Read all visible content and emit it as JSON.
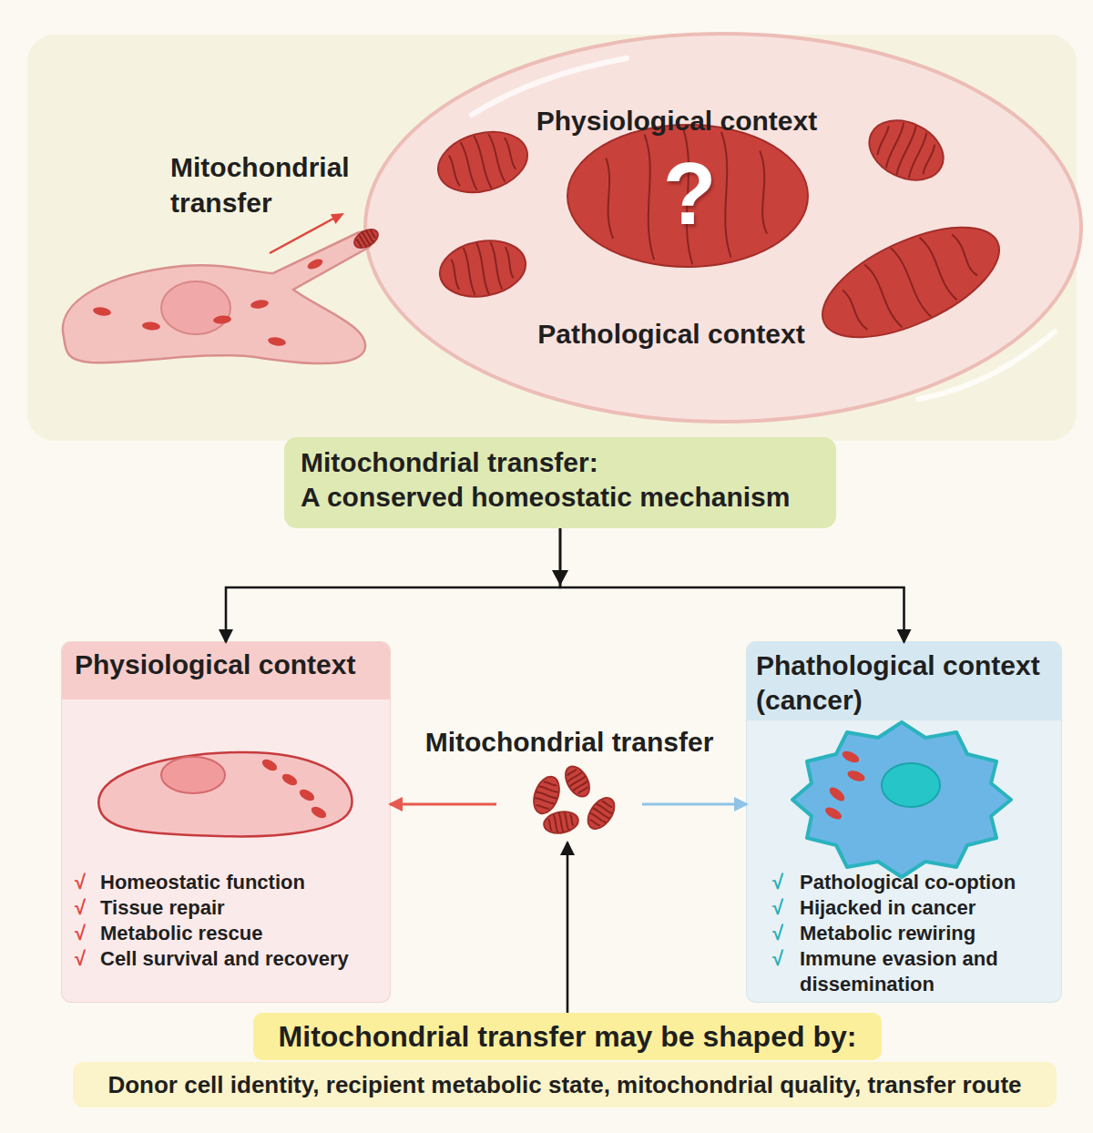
{
  "diagram": {
    "nodes": [
      {
        "text": [
          "Mitochondrial transfer"
        ]
      },
      {
        "text": [
          "Physiological context",
          "Pathological context"
        ],
        "in": 0
      },
      {
        "text": [
          "Mitochondrial transfer:",
          "A conserved homeostatic mechanism"
        ]
      },
      {
        "text": [
          "Homeostatic function",
          "Tissue repair",
          "Metabolic rescue",
          "Cell survival and recovery"
        ]
      },
      {
        "text": [
          "Physiological context"
        ],
        "in": 3
      },
      {
        "text": [
          "Mitochondrial transfer"
        ]
      },
      {
        "text": [
          "Pathological co-option",
          "Hijacked in cancer",
          "Metabolic rewiring",
          "Immune evasion and dissemination"
        ]
      },
      {
        "text": [
          "Phathological context (cancer)"
        ],
        "in": 6
      },
      {
        "text": [
          "Mitochondrial transfer may be shaped by:"
        ]
      },
      {
        "text": [
          "Donor cell identity, recipient metabolic state, mitochondrial quality, transfer route"
        ]
      }
    ],
    "edges": [
      {
        "from": 2,
        "to": 3,
        "arrow": "to"
      },
      {
        "from": 2,
        "to": 6,
        "arrow": "to"
      },
      {
        "from": 5,
        "to": 3,
        "arrow": "to"
      },
      {
        "from": 5,
        "to": 6,
        "arrow": "to"
      },
      {
        "from": 8,
        "to": 5,
        "arrow": "to"
      }
    ],
    "labels": [
      "?",
      "√",
      "√",
      "√",
      "√",
      "√",
      "√",
      "√",
      "√"
    ]
  }
}
